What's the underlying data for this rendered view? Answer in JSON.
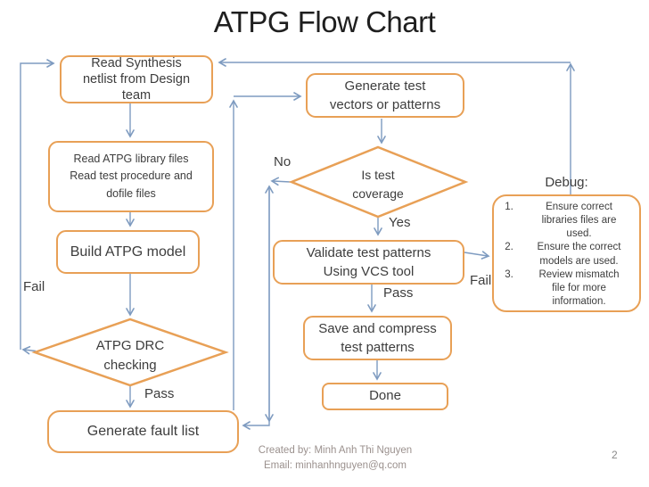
{
  "title": "ATPG Flow Chart",
  "boxes": {
    "read_synthesis": "Read Synthesis\nnetlist  from Design\nteam",
    "read_library": "Read ATPG library files\nRead test procedure and\ndofile  files",
    "build_model": "Build ATPG model",
    "drc_check": "ATPG DRC\nchecking",
    "generate_fault": "Generate fault list",
    "generate_vectors": "Generate test\nvectors or patterns",
    "coverage": "Is test\ncoverage",
    "validate": "Validate test patterns\nUsing VCS tool",
    "save_compress": "Save and compress\ntest patterns",
    "done": "Done"
  },
  "labels": {
    "fail_left": "Fail",
    "pass_drc": "Pass",
    "no": "No",
    "yes": "Yes",
    "pass_validate": "Pass",
    "fail_right": "Fail"
  },
  "debug": {
    "title": "Debug:",
    "items": [
      {
        "num": "1.",
        "text": "Ensure correct\nlibraries files are\nused."
      },
      {
        "num": "2.",
        "text": "Ensure the correct\nmodels are used."
      },
      {
        "num": "3.",
        "text": "Review mismatch\nfile for more\ninformation."
      }
    ]
  },
  "footer": {
    "created": "Created by: Minh Anh Thi Nguyen",
    "email": "Email: minhanhnguyen@q.com",
    "page": "2"
  },
  "colors": {
    "box_border_orange": "#E8A056",
    "connector_blue": "#7E9BC0",
    "text_dark": "#3D3D3D",
    "footer_gray": "#9B918E"
  }
}
